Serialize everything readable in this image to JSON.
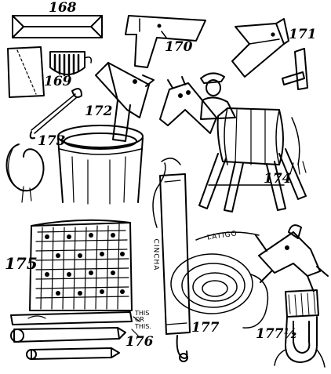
{
  "figures": [
    {
      "number": "168",
      "icon": "folded-paper-icon"
    },
    {
      "number": "169",
      "icon": "folded-paper-and-shield-icon"
    },
    {
      "number": "170",
      "icon": "folded-paper-hat-icon"
    },
    {
      "number": "171",
      "icon": "wooden-horse-frame-icon"
    },
    {
      "number": "172",
      "icon": "horse-head-on-barrel-icon"
    },
    {
      "number": "173",
      "icon": "rope-loop-icon"
    },
    {
      "number": "174",
      "icon": "barrel-horse-with-boy-icon"
    },
    {
      "number": "175",
      "icon": "netted-hammock-icon"
    },
    {
      "number": "176",
      "icon": "wooden-pegs-icon"
    },
    {
      "number": "177",
      "icon": "lasso-and-cincha-icon"
    },
    {
      "number": "177½",
      "icon": "stirrup-icon"
    }
  ],
  "inline_text": {
    "cincha": "CINCHA",
    "latigo": "LATIGO",
    "this_or_this": [
      "THIS",
      "OR",
      "THIS."
    ]
  },
  "ink_color": "#000000",
  "paper_color": "#ffffff"
}
